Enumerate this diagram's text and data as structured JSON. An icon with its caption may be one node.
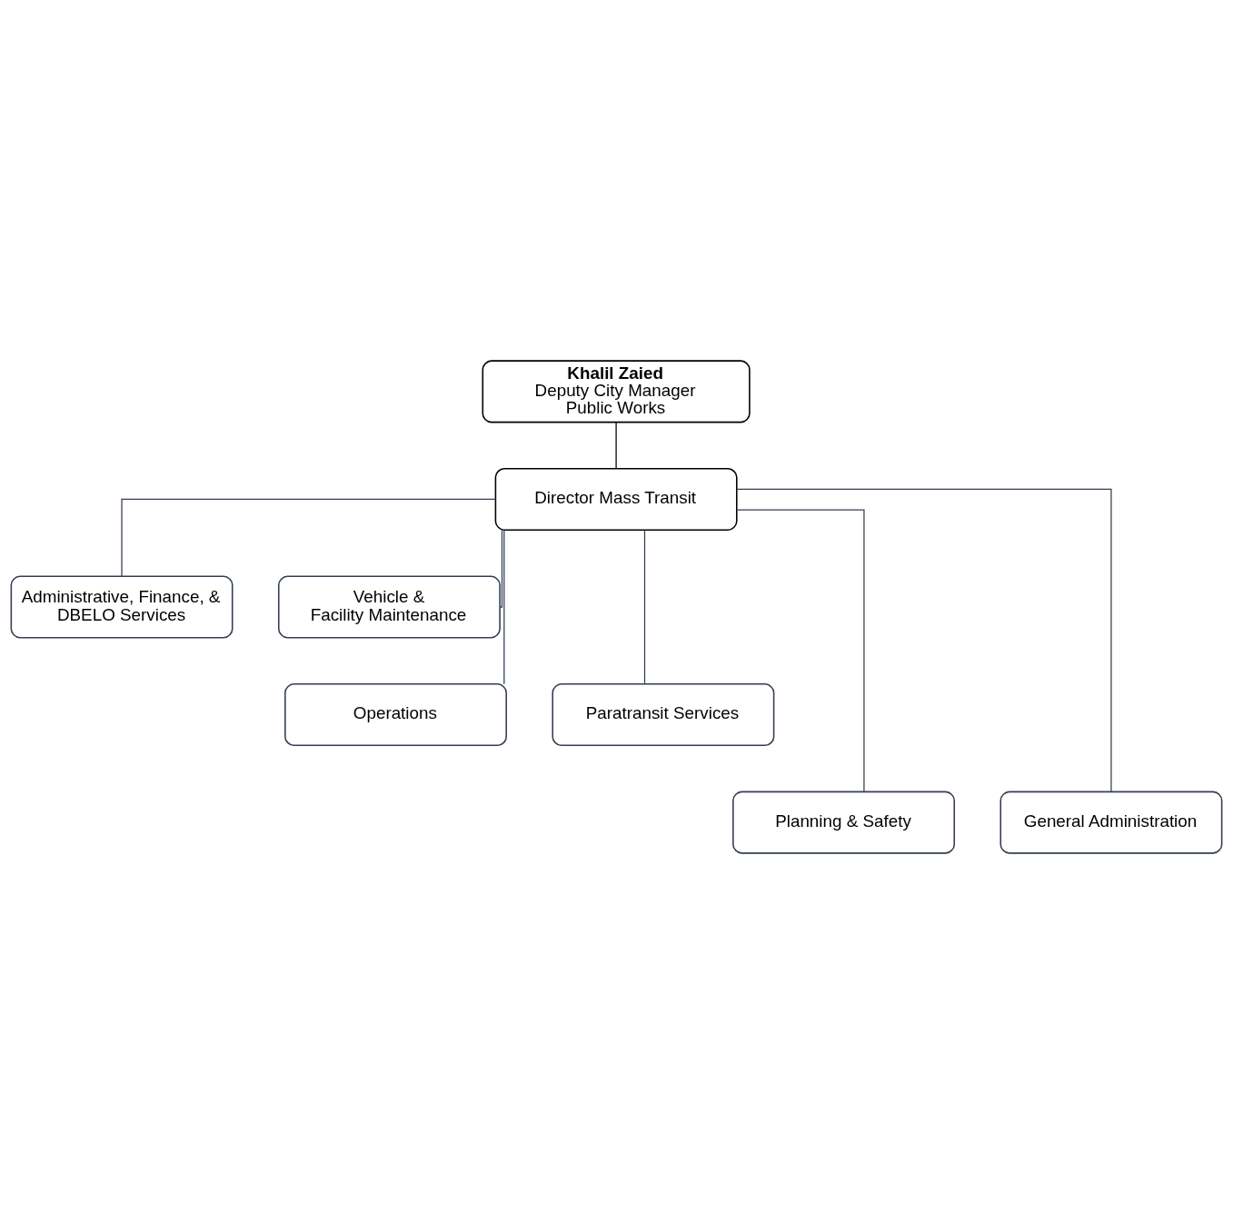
{
  "diagram": {
    "nodes": [
      {
        "text": [
          "Khalil Zaied",
          "Deputy City Manager Public Works"
        ]
      },
      {
        "text": [
          "Director Mass Transit"
        ]
      },
      {
        "text": [
          "Administrative, Finance, & DBELO Services"
        ]
      },
      {
        "text": [
          "Vehicle & Facility Maintenance"
        ]
      },
      {
        "text": [
          "Operations"
        ]
      },
      {
        "text": [
          "Paratransit Services"
        ]
      },
      {
        "text": [
          "Planning & Safety"
        ]
      },
      {
        "text": [
          "General Administration"
        ]
      }
    ],
    "edges": [
      {
        "from": 0,
        "to": 1,
        "arrow": "none",
        "color": "#000000"
      },
      {
        "from": 1,
        "to": 2,
        "arrow": "none"
      },
      {
        "from": 1,
        "to": 3,
        "arrow": "none"
      },
      {
        "from": 1,
        "to": 4,
        "arrow": "none"
      },
      {
        "from": 1,
        "to": 5,
        "arrow": "none"
      },
      {
        "from": 1,
        "to": 6,
        "arrow": "none"
      },
      {
        "from": 1,
        "to": 7,
        "arrow": "none"
      }
    ]
  }
}
